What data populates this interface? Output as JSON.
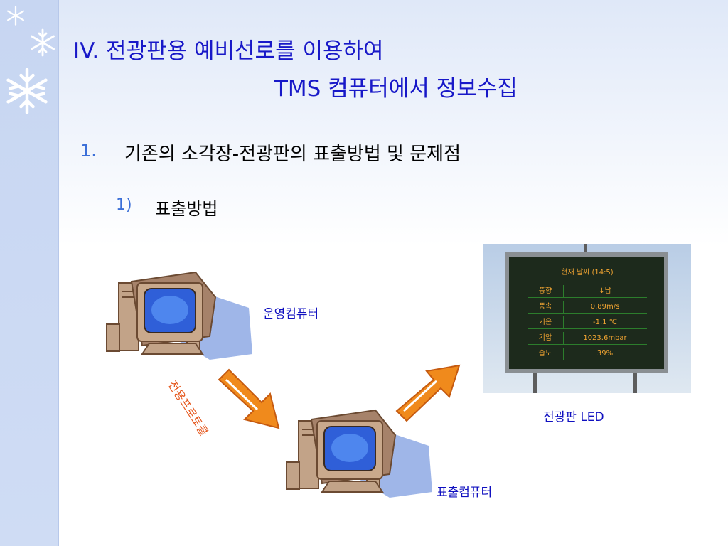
{
  "title": {
    "line1": "IV. 전광판용 예비선로를 이용하여",
    "line2": "TMS 컴퓨터에서 정보수집"
  },
  "outline": {
    "item1": {
      "number": "1.",
      "text": "기존의 소각장-전광판의 표출방법 및 문제점"
    },
    "item1_1": {
      "number": "1)",
      "text": "표출방법"
    }
  },
  "diagram": {
    "operation_computer_label": "운영컴퓨터",
    "display_computer_label": "표출컴퓨터",
    "protocol_label": "전용프로토콜",
    "led_label": "전광판 LED"
  },
  "sign": {
    "header": "현재 날씨 (14:5)",
    "rows": [
      {
        "label": "풍향",
        "value": "↓남"
      },
      {
        "label": "풍속",
        "value": "0.89m/s"
      },
      {
        "label": "기온",
        "value": "-1.1 ℃"
      },
      {
        "label": "기압",
        "value": "1023.6mbar"
      },
      {
        "label": "습도",
        "value": "39%"
      }
    ]
  },
  "colors": {
    "title": "#1818c8",
    "number": "#3b6fd8",
    "label": "#1010c0",
    "arrow": "#f08a1c",
    "led_text": "#f2a532"
  }
}
